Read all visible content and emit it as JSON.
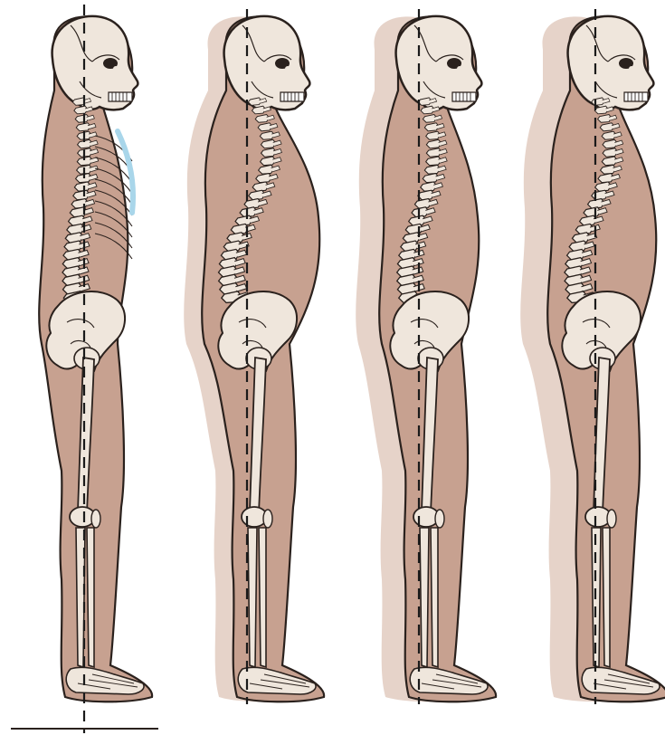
{
  "figure": {
    "panels": [
      {
        "id": "figure-1",
        "role": "ideal",
        "ghost_outline": false
      },
      {
        "id": "figure-2",
        "role": "postural-variant",
        "ghost_outline": true
      },
      {
        "id": "figure-3",
        "role": "postural-variant",
        "ghost_outline": true
      },
      {
        "id": "figure-4",
        "role": "postural-variant",
        "ghost_outline": true
      }
    ],
    "plumb_line": {
      "style": "dashed",
      "color": "#1a1a1a"
    },
    "ground_line": {
      "visible_under": "figure-1"
    },
    "colors": {
      "skin": "#c7a190",
      "skin_ghost": "#e6d3c9",
      "bone": "#efe6dc",
      "outline": "#2a211d",
      "cartilage": "#a9d6ea"
    }
  }
}
